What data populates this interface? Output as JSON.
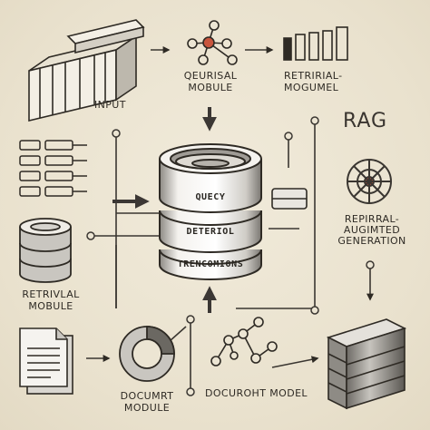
{
  "labels": {
    "input": "INPUT",
    "querisal_module_1": "QEURISAL",
    "querisal_module_2": "MOBULE",
    "retrival_mogumel": "RETRIRIAL-\nMOGUMEL",
    "rag": "RAG",
    "repriral_generation_1": "REPIRRAL-",
    "repriral_generation_2": "AUGIMTED",
    "repriral_generation_3": "GENERATION",
    "retrival_module_1": "RETRIVLAL",
    "retrival_module_2": "MOBULE",
    "document_module_1": "DOCUMRT",
    "document_module_2": "MODULE",
    "document_model": "DOCUROHT MODEL",
    "drum_top": "QUECY",
    "drum_mid": "DETERIOL",
    "drum_bottom": "TRENCOMIONS"
  },
  "colors": {
    "ink": "#2e2a24",
    "background": "#ece5d3",
    "accent": "#c8553d",
    "grey_dark": "#6b6862",
    "grey_light": "#c9c6c0"
  }
}
